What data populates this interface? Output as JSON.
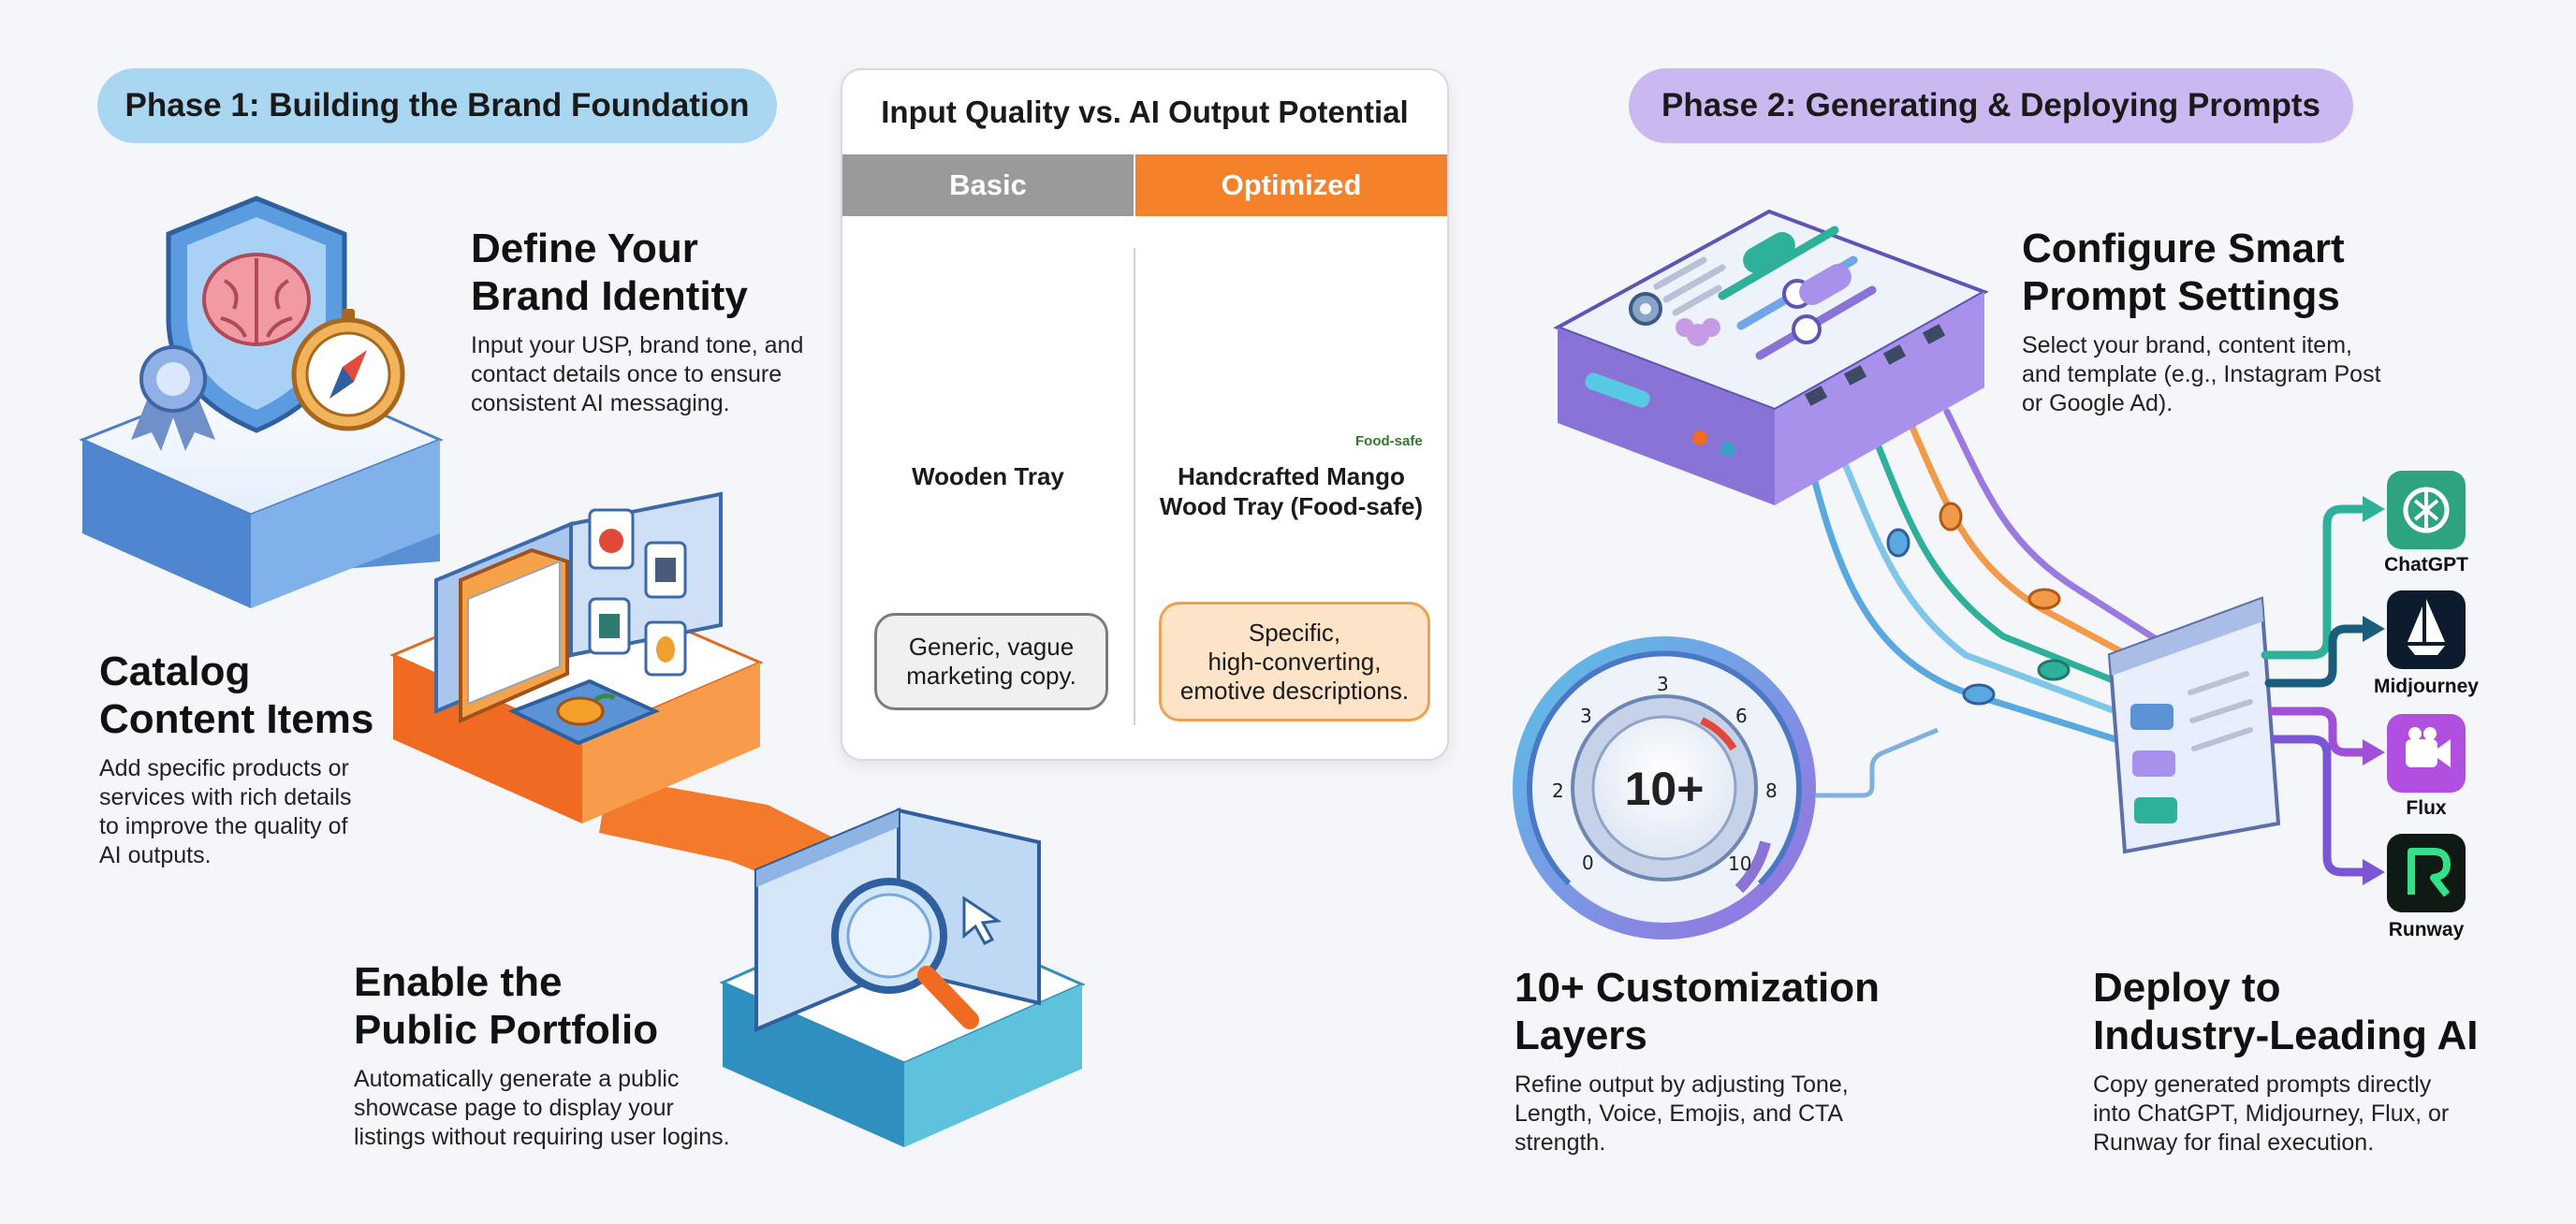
{
  "phase1": {
    "title": "Phase 1: Building the Brand Foundation"
  },
  "phase2": {
    "title": "Phase 2: Generating & Deploying Prompts"
  },
  "comparison": {
    "title": "Input Quality vs. AI Output Potential",
    "basic": {
      "header": "Basic",
      "product": "Wooden Tray",
      "output": "Generic, vague\nmarketing copy."
    },
    "optimized": {
      "header": "Optimized",
      "product": "Handcrafted Mango\nWood Tray (Food-safe)",
      "badge": "Food-safe",
      "output": "Specific,\nhigh-converting,\nemotive descriptions."
    }
  },
  "steps": {
    "brand_identity": {
      "title": "Define Your\nBrand Identity",
      "desc": "Input your USP, brand tone, and\ncontact details once to ensure\nconsistent AI messaging."
    },
    "catalog": {
      "title": "Catalog\nContent Items",
      "desc": "Add specific products or\nservices with rich details\nto improve the quality of\nAI outputs."
    },
    "portfolio": {
      "title": "Enable the\nPublic Portfolio",
      "desc": "Automatically generate a public\nshowcase page to display your\nlistings without requiring user logins."
    },
    "prompt_settings": {
      "title": "Configure Smart\nPrompt Settings",
      "desc": "Select your brand, content item,\nand template (e.g., Instagram Post\nor Google Ad)."
    },
    "customization": {
      "title": "10+ Customization\nLayers",
      "desc": "Refine output by adjusting Tone,\nLength, Voice, Emojis, and CTA\nstrength."
    },
    "deploy": {
      "title": "Deploy to\nIndustry-Leading AI",
      "desc": "Copy generated prompts directly\ninto ChatGPT, Midjourney, Flux, or\nRunway for final execution."
    }
  },
  "dial": {
    "center": "10+",
    "ticks": [
      "0",
      "2",
      "3",
      "3",
      "6",
      "8",
      "10"
    ]
  },
  "ai_tools": [
    {
      "name": "ChatGPT",
      "color": "#2ea37f",
      "icon": "chatgpt-icon"
    },
    {
      "name": "Midjourney",
      "color": "#0d1b2e",
      "icon": "sailboat-icon"
    },
    {
      "name": "Flux",
      "color": "#b04fe0",
      "icon": "video-camera-icon"
    },
    {
      "name": "Runway",
      "color": "#0f1a14",
      "icon": "runway-icon"
    }
  ],
  "colors": {
    "phase1_pill": "#a9d6f1",
    "phase2_pill": "#ccb8f0",
    "basic": "#9a9a9a",
    "optimized": "#f5822a",
    "blue_platform": "#5a93d6",
    "orange_platform": "#f27a2a",
    "teal_platform": "#3aa0c8",
    "purple_platform": "#8a73d6"
  }
}
